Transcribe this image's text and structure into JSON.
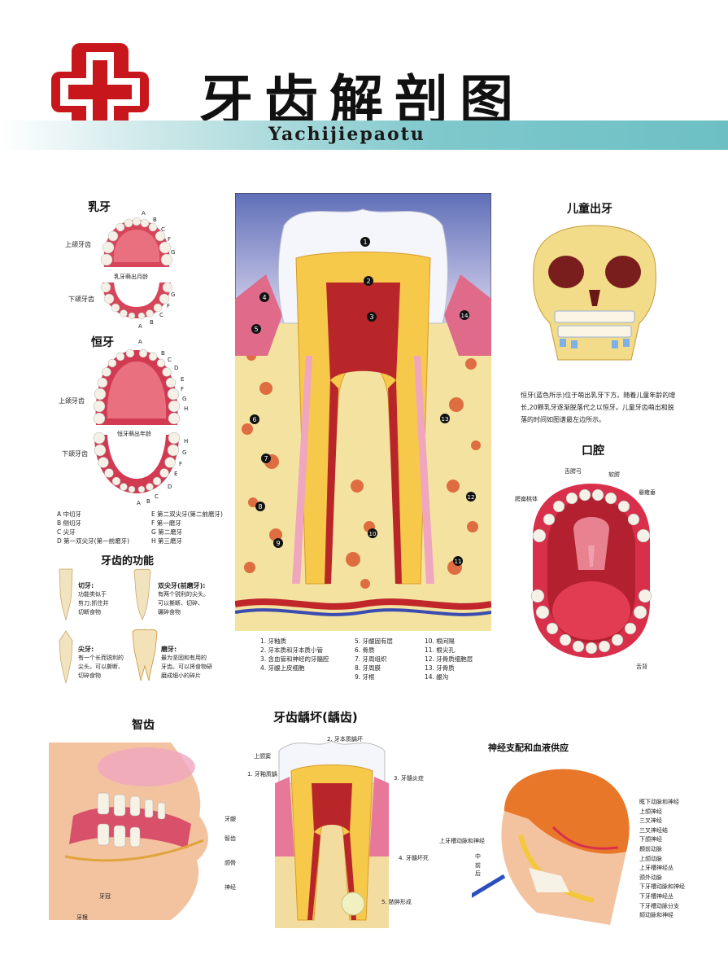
{
  "header": {
    "title": "牙齿解剖图",
    "subtitle": "Yachijiepaotu",
    "logo_icon": "red-cross-icon",
    "accent": "#c8161d",
    "band_color": "#6cc0c4"
  },
  "primary_teeth": {
    "title": "乳牙",
    "upper_label": "上颌牙齿",
    "lower_label": "下颌牙齿",
    "caption": "乳牙萌出月龄",
    "upper_letters": [
      "A",
      "B",
      "C",
      "F",
      "G"
    ],
    "lower_letters": [
      "G",
      "F",
      "C",
      "B",
      "A"
    ]
  },
  "permanent_teeth": {
    "title": "恒牙",
    "upper_label": "上颌牙齿",
    "lower_label": "下颌牙齿",
    "caption": "恒牙萌出年龄",
    "upper_letters": [
      "A",
      "B",
      "C",
      "D",
      "E",
      "F",
      "G",
      "H"
    ],
    "lower_letters": [
      "H",
      "G",
      "F",
      "E",
      "D",
      "C",
      "B",
      "A"
    ]
  },
  "teeth_legend": {
    "col1": [
      "A 中切牙",
      "B 侧切牙",
      "C 尖牙",
      "D 第一双尖牙(第一前磨牙)"
    ],
    "col2": [
      "E 第二双尖牙(第二前磨牙)",
      "F 第一磨牙",
      "G 第二磨牙",
      "H 第三磨牙"
    ]
  },
  "functions": {
    "title": "牙齿的功能",
    "items": [
      {
        "name": "切牙:",
        "desc": [
          "功能类似于",
          "剪刀;抓住并",
          "切断食物"
        ]
      },
      {
        "name": "双尖牙(前磨牙):",
        "desc": [
          "有两个锐利的尖头。",
          "可以撕断、切碎、",
          "碾碎食物"
        ]
      },
      {
        "name": "尖牙:",
        "desc": [
          "有一个长而锐利的",
          "尖头。可以撕断、",
          "切碎食物"
        ]
      },
      {
        "name": "磨牙:",
        "desc": [
          "最为坚固和有用的",
          "牙齿。可以将食物研",
          "磨成细小的碎片"
        ]
      }
    ]
  },
  "anatomy": {
    "markers": [
      "1",
      "2",
      "3",
      "4",
      "5",
      "6",
      "7",
      "8",
      "9",
      "10",
      "11",
      "12",
      "13",
      "14"
    ],
    "legend_col1": [
      "1. 牙釉质",
      "2. 牙本质和牙本质小管",
      "3. 含血管和神经的牙髓腔",
      "4. 牙龈上皮细胞"
    ],
    "legend_col2": [
      "5. 牙龈固有层",
      "6. 骨质",
      "7. 牙周组织",
      "8. 牙周膜",
      "9. 牙根"
    ],
    "legend_col3": [
      "10. 根间隔",
      "11. 根尖孔",
      "12. 牙骨质细胞层",
      "13. 牙骨质",
      "14. 龈沟"
    ]
  },
  "child_teeth": {
    "title": "儿童出牙",
    "text": "恒牙(蓝色所示)位于萌出乳牙下方。随着儿童年龄的增长,20颗乳牙逐渐脱落代之以恒牙。儿童牙齿萌出和脱落的时间如图谱最左边所示。"
  },
  "mouth": {
    "title": "口腔",
    "labels": {
      "palatine_tonsil": "腭扁桃体",
      "palatoglossal": "舌腭弓",
      "soft_palate": "软腭",
      "uvula": "悬雍垂",
      "tongue": "舌背"
    }
  },
  "wisdom": {
    "title": "智齿",
    "labels": {
      "sinus": "上颌窦",
      "gum": "牙龈",
      "wisdom_tooth": "智齿",
      "jaw": "颌骨",
      "nerve": "神经",
      "crown": "牙冠",
      "root": "牙根"
    }
  },
  "caries": {
    "title": "牙齿龋坏(龋齿)",
    "labels": [
      "1. 牙釉质龋",
      "2. 牙本质龋坏",
      "3. 牙髓炎症",
      "4. 牙髓坏死",
      "5. 脓肿形成"
    ]
  },
  "nerves": {
    "title": "神经支配和血液供应",
    "right_labels": [
      "眶下动脉和神经",
      "上颌神经",
      "三叉神经",
      "三叉神经结",
      "下颌神经",
      "颞前动脉",
      "上颌动脉",
      "上牙槽神经丛",
      "颈外动脉",
      "下牙槽动脉和神经",
      "下牙槽神经丛",
      "下牙槽动脉分支",
      "颏动脉和神经"
    ],
    "left_label": "上牙槽动脉和神经",
    "side_labels": [
      "中",
      "前",
      "后"
    ]
  }
}
